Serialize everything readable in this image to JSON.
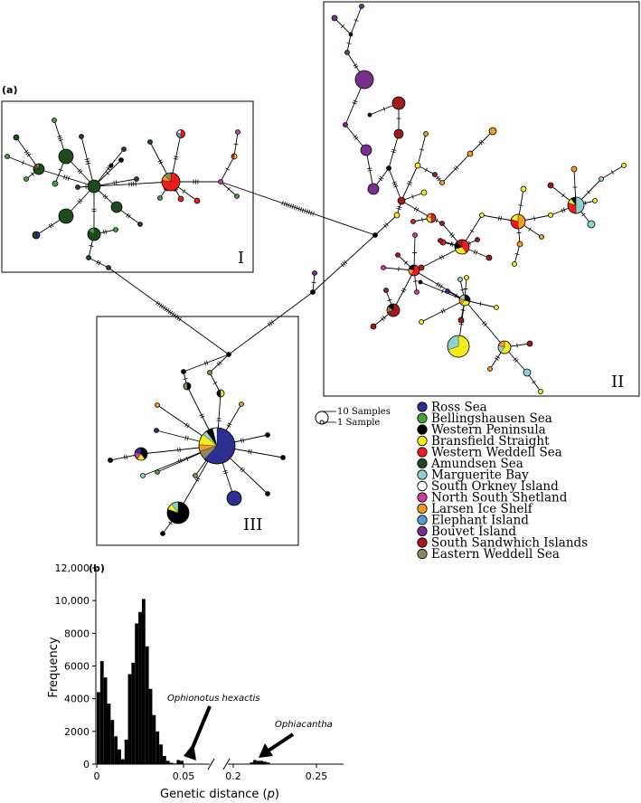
{
  "panels": {
    "a_label": "(a)",
    "b_label": "(b)",
    "box_labels": [
      "I",
      "II",
      "III"
    ]
  },
  "scale": {
    "large": "10 Samples",
    "small": "1 Sample"
  },
  "legend": [
    {
      "label": "Ross Sea",
      "color": "#2b2f8f"
    },
    {
      "label": "Bellingshausen Sea",
      "color": "#3ea63a"
    },
    {
      "label": "Western Peninsula",
      "color": "#000000"
    },
    {
      "label": "Bransfield Straight",
      "color": "#f2ec1c"
    },
    {
      "label": "Western Weddell Sea",
      "color": "#ee1c1c"
    },
    {
      "label": "Amundsen Sea",
      "color": "#1e4a1e"
    },
    {
      "label": "Marguerite Bay",
      "color": "#8fd3cf"
    },
    {
      "label": "South Orkney Island",
      "color": "#ffffff"
    },
    {
      "label": "North South Shetland",
      "color": "#c83d9c"
    },
    {
      "label": "Larsen Ice Shelf",
      "color": "#f59a22"
    },
    {
      "label": "Elephant Island",
      "color": "#5b9bcf"
    },
    {
      "label": "Bouvet Island",
      "color": "#7a2e8e"
    },
    {
      "label": "South Sandwhich Islands",
      "color": "#a01c1c"
    },
    {
      "label": "Eastern Weddell Sea",
      "color": "#8c8a5a"
    }
  ],
  "chart_data": {
    "type": "bar",
    "title": "",
    "xlabel": "Genetic distance (p)",
    "ylabel": "Frequency",
    "ylim": [
      0,
      12000
    ],
    "yticks": [
      "0",
      "2000",
      "4000",
      "6000",
      "8000",
      "10,000",
      "12,000"
    ],
    "xticks": [
      "0",
      "0.05",
      "0.2",
      "0.25"
    ],
    "x_break_between": [
      0.05,
      0.2
    ],
    "bin_width": 0.002,
    "bins_left": {
      "x": [
        0.001,
        0.003,
        0.005,
        0.007,
        0.009,
        0.011,
        0.013,
        0.015,
        0.017,
        0.019,
        0.021,
        0.023,
        0.025,
        0.027,
        0.029,
        0.031,
        0.033,
        0.035,
        0.037,
        0.039,
        0.041,
        0.043,
        0.045,
        0.047,
        0.049
      ],
      "values": [
        4400,
        6300,
        5300,
        3700,
        2700,
        1700,
        900,
        300,
        1500,
        5500,
        6200,
        8600,
        9300,
        10100,
        7200,
        4600,
        3000,
        2000,
        1200,
        500,
        200,
        80,
        40,
        250,
        200
      ]
    },
    "bins_right": {
      "x": [
        0.211,
        0.213,
        0.215,
        0.217,
        0.219,
        0.221
      ],
      "values": [
        100,
        250,
        200,
        200,
        150,
        100
      ]
    },
    "annotations": [
      {
        "text": "Ophionotus hexactis",
        "points_to_x": 0.048
      },
      {
        "text": "Ophiacantha",
        "points_to_x": 0.214
      }
    ]
  }
}
